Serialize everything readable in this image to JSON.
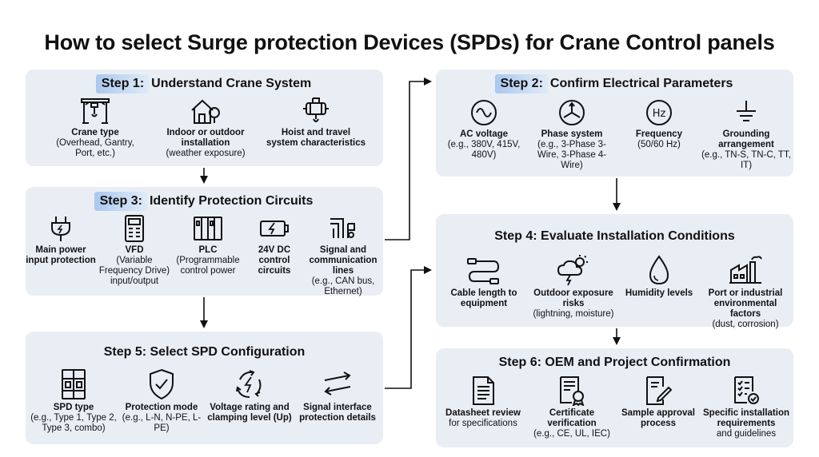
{
  "title": "How to select Surge protection Devices (SPDs) for Crane Control panels",
  "steps": {
    "s1": {
      "num": "Step 1:",
      "name": "Understand Crane System",
      "items": [
        {
          "label": "Crane type",
          "sub": "(Overhead, Gantry, Port, etc.)",
          "icon": "gantry-crane-icon"
        },
        {
          "label": "Indoor or outdoor installation",
          "sub": "(weather exposure)",
          "icon": "house-tree-icon"
        },
        {
          "label": "Hoist and travel system characteristics",
          "sub": "",
          "icon": "hoist-drum-icon"
        }
      ]
    },
    "s2": {
      "num": "Step 2:",
      "name": "Confirm Electrical Parameters",
      "items": [
        {
          "label": "AC voltage",
          "sub": "(e.g., 380V, 415V, 480V)",
          "icon": "sine-wave-icon"
        },
        {
          "label": "Phase system",
          "sub": "(e.g., 3-Phase 3-Wire, 3-Phase 4-Wire)",
          "icon": "three-phase-icon"
        },
        {
          "label": "Frequency",
          "sub": "(50/60 Hz)",
          "icon": "hz-icon",
          "icon_text": "Hz"
        },
        {
          "label": "Grounding arrangement",
          "sub": "(e.g., TN-S, TN-C, TT, IT)",
          "icon": "ground-icon"
        }
      ]
    },
    "s3": {
      "num": "Step 3:",
      "name": "Identify Protection Circuits",
      "items": [
        {
          "label": "Main power input protection",
          "sub": "",
          "icon": "power-plug-icon"
        },
        {
          "label": "VFD",
          "sub": "(Variable Frequency Drive) input/output",
          "icon": "vfd-drive-icon"
        },
        {
          "label": "PLC",
          "sub": "(Programmable control power",
          "icon": "plc-icon"
        },
        {
          "label": "24V DC control circuits",
          "sub": "",
          "icon": "dc-battery-icon"
        },
        {
          "label": "Signal and communication lines",
          "sub": "(e.g., CAN bus, Ethernet)",
          "icon": "signal-lines-icon"
        }
      ]
    },
    "s4": {
      "num": "",
      "name": "Step 4: Evaluate Installation Conditions",
      "items": [
        {
          "label": "Cable length to equipment",
          "sub": "",
          "icon": "cable-icon"
        },
        {
          "label": "Outdoor exposure risks",
          "sub": "(lightning, moisture)",
          "icon": "storm-icon"
        },
        {
          "label": "Humidity levels",
          "sub": "",
          "icon": "droplet-icon"
        },
        {
          "label": "Port or industrial environmental factors",
          "sub": "(dust, corrosion)",
          "icon": "factory-icon"
        }
      ]
    },
    "s5": {
      "num": "",
      "name": "Step 5: Select SPD Configuration",
      "items": [
        {
          "label": "SPD type",
          "sub": "(e.g., Type 1, Type 2, Type 3, combo)",
          "icon": "spd-module-icon"
        },
        {
          "label": "Protection mode",
          "sub": "(e.g., L-N, N-PE, L-PE)",
          "icon": "shield-check-icon"
        },
        {
          "label": "Voltage rating and clamping level (Up)",
          "sub": "",
          "icon": "voltage-cycle-icon"
        },
        {
          "label": "Signal interface protection details",
          "sub": "",
          "icon": "swap-arrows-icon"
        }
      ]
    },
    "s6": {
      "num": "",
      "name": "Step 6: OEM and Project Confirmation",
      "items": [
        {
          "label": "Datasheet review",
          "sub": "for specifications",
          "icon": "datasheet-icon"
        },
        {
          "label": "Certificate verification",
          "sub": "(e.g., CE, UL, IEC)",
          "icon": "certificate-icon"
        },
        {
          "label": "Sample approval process",
          "sub": "",
          "icon": "approval-edit-icon"
        },
        {
          "label": "Specific installation requirements",
          "sub": "and guidelines",
          "icon": "checklist-icon"
        }
      ]
    }
  },
  "colors": {
    "panel": "#e9eef5",
    "pill": "#b9d2f0",
    "ink": "#111111"
  }
}
